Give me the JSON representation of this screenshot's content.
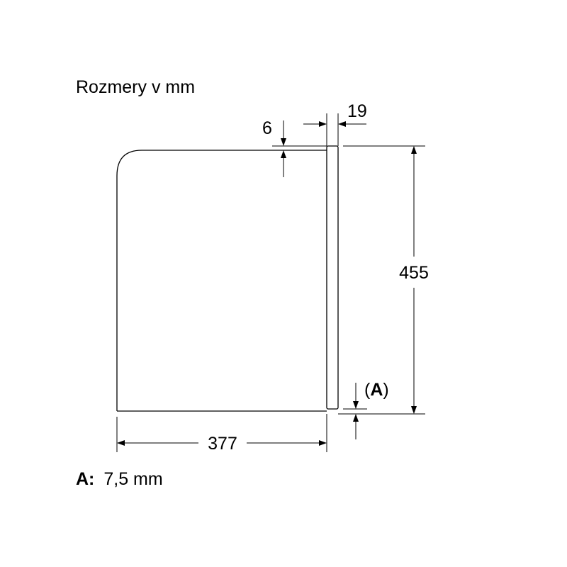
{
  "title": "Rozmery v mm",
  "dimensions": {
    "width": "377",
    "height": "455",
    "panel_thickness": "19",
    "top_gap": "6",
    "bottom_ref": "(A)"
  },
  "note": {
    "label": "A:",
    "value": "7,5 mm"
  }
}
